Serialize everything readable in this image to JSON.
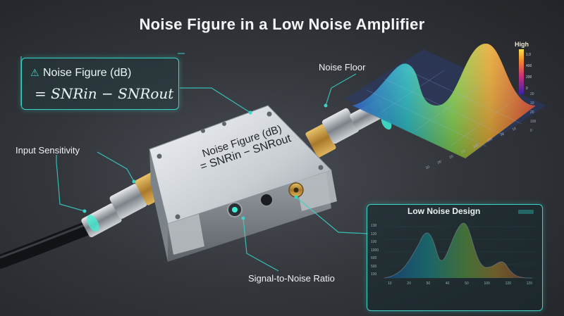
{
  "title": "Noise Figure in a Low Noise Amplifier",
  "formula_box": {
    "warning_icon": "warning-triangle-icon",
    "line1": "Noise Figure (dB)",
    "line2": "= SNRin − SNRout"
  },
  "callouts": {
    "input_sensitivity": "Input Sensitivity",
    "noise_floor": "Noise Floor",
    "signal_to_noise": "Signal-to-Noise Ratio"
  },
  "device": {
    "line1": "Noise Figure (dB)",
    "line2": "= SNRin − SNRout"
  },
  "spectrum_3d": {
    "legend_high": "High",
    "colorbar_ticks": [
      "1.0",
      "400",
      "200",
      "0"
    ],
    "x_ticks": [
      "10",
      "20",
      "20",
      "10",
      "100",
      "100",
      "30",
      "10"
    ],
    "y_ticks": [
      "20",
      "10",
      "20",
      "100",
      "0"
    ]
  },
  "low_noise_panel": {
    "title": "Low Noise Design",
    "y_ticks": [
      "130",
      "120",
      "100",
      "1000",
      "600",
      "500",
      "100"
    ],
    "x_ticks": [
      "10",
      "20",
      "50",
      "40",
      "50",
      "100",
      "120",
      "120"
    ]
  },
  "colors": {
    "accent": "#39d3c8",
    "background": "#2b2e33"
  }
}
